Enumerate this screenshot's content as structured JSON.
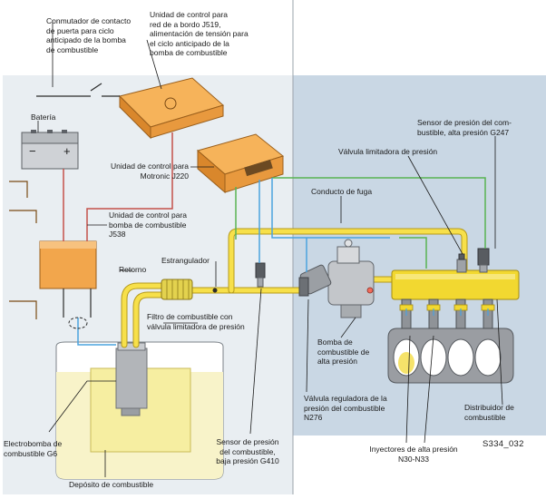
{
  "labels": {
    "door_switch": "Conmutador de contacto\nde puerta para ciclo\nanticipado de la bomba\nde combustible",
    "j519": "Unidad de control para\nred de a bordo J519,\nalimentación de tensión para\nel ciclo anticipado de la\nbomba de combustible",
    "battery": "Batería",
    "j220": "Unidad de control para\nMotronic J220",
    "j538": "Unidad de control para\nbomba de combustible\nJ538",
    "return": "Retorno",
    "throttle": "Estrangulador",
    "filter": "Filtro de combustible con\nválvula limitadora de presión",
    "leak_line": "Conducto de fuga",
    "pressure_limiter": "Válvula limitadora de presión",
    "g247": "Sensor de presión del com-\nbustible, alta presión G247",
    "hp_pump": "Bomba de\ncombustible de\nalta presión",
    "n276": "Válvula reguladora de la\npresión del combustible\nN276",
    "distributor": "Distribuidor de\ncombustible",
    "g6": "Electrobomba de\ncombustible G6",
    "g410": "Sensor de presión\ndel combustible,\nbaja presión G410",
    "injectors": "Inyectores de alta presión\nN30-N33",
    "tank": "Depósito de combustible",
    "figure_code": "S334_032"
  },
  "battery_signs": {
    "minus": "−",
    "plus": "+"
  },
  "colors": {
    "left_bg": "#e9eef2",
    "right_bg": "#c9d7e4",
    "fuel_yellow": "#f7e04a",
    "fuel_outline": "#b59a1c",
    "signal_green": "#59b352",
    "signal_blue": "#4aa3de",
    "wire_red": "#c4504a",
    "ecu_orange": "#f2a64c",
    "engine_grey": "#9a9da2"
  }
}
